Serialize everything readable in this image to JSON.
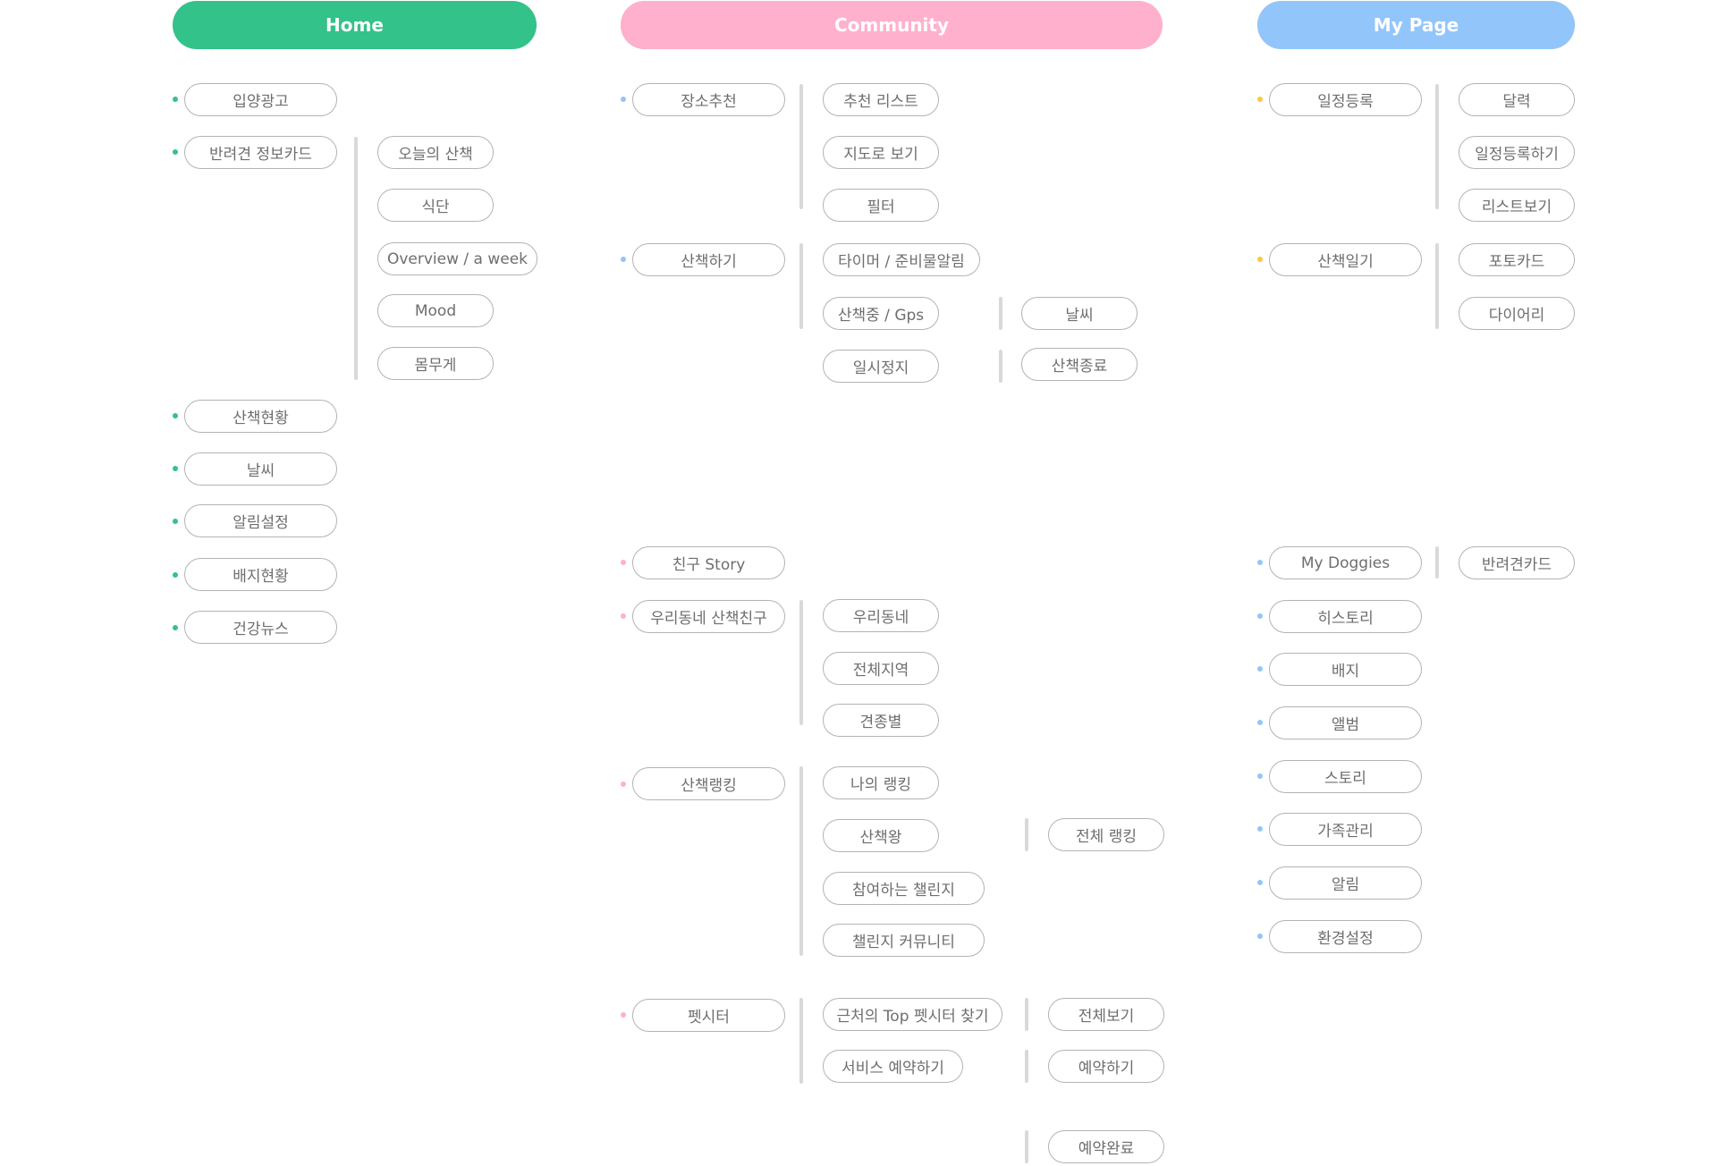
{
  "colors": {
    "home": "#33c28a",
    "dog_walking": "#92c6fa",
    "calendar": "#ffc542",
    "community": "#ffb0cc",
    "my_page": "#92c6fa"
  },
  "sections": {
    "home": {
      "title": "Home",
      "items": [
        "입양광고",
        "반려견 정보카드",
        "산책현황",
        "날씨",
        "알림설정",
        "배지현황",
        "건강뉴스"
      ],
      "info_card_children": [
        "오늘의 산책",
        "식단",
        "Overview / a week",
        "Mood",
        "몸무게"
      ]
    },
    "dog_walking": {
      "title": "Dog Walking",
      "items": [
        "장소추천",
        "산책하기"
      ],
      "place_children": [
        "추천 리스트",
        "지도로 보기",
        "필터"
      ],
      "walk_children": [
        "타이머 / 준비물알림",
        "산책중 / Gps",
        "일시정지"
      ],
      "walk_grandchildren": [
        "날씨",
        "산책종료"
      ]
    },
    "calendar": {
      "title": "Callendar",
      "items": [
        "일정등록",
        "산책일기"
      ],
      "schedule_children": [
        "달력",
        "일정등록하기",
        "리스트보기"
      ],
      "diary_children": [
        "포토카드",
        "다이어리"
      ]
    },
    "community": {
      "title": "Community",
      "items": [
        "친구 Story",
        "우리동네 산책친구",
        "산책랭킹",
        "펫시터"
      ],
      "friend_children": [
        "우리동네",
        "전체지역",
        "견종별"
      ],
      "ranking_children": [
        "나의 랭킹",
        "산책왕",
        "참여하는 챌린지",
        "챌린지 커뮤니티"
      ],
      "ranking_grandchildren": [
        "전체 랭킹"
      ],
      "sitter_children": [
        "근처의 Top 펫시터 찾기",
        "서비스 예약하기"
      ],
      "sitter_grandchildren": [
        "전체보기",
        "예약하기",
        "예약완료"
      ]
    },
    "my_page": {
      "title": "My Page",
      "items": [
        "My Doggies",
        "히스토리",
        "배지",
        "앨범",
        "스토리",
        "가족관리",
        "알림",
        "환경설정"
      ],
      "doggies_children": [
        "반려견카드"
      ]
    }
  }
}
